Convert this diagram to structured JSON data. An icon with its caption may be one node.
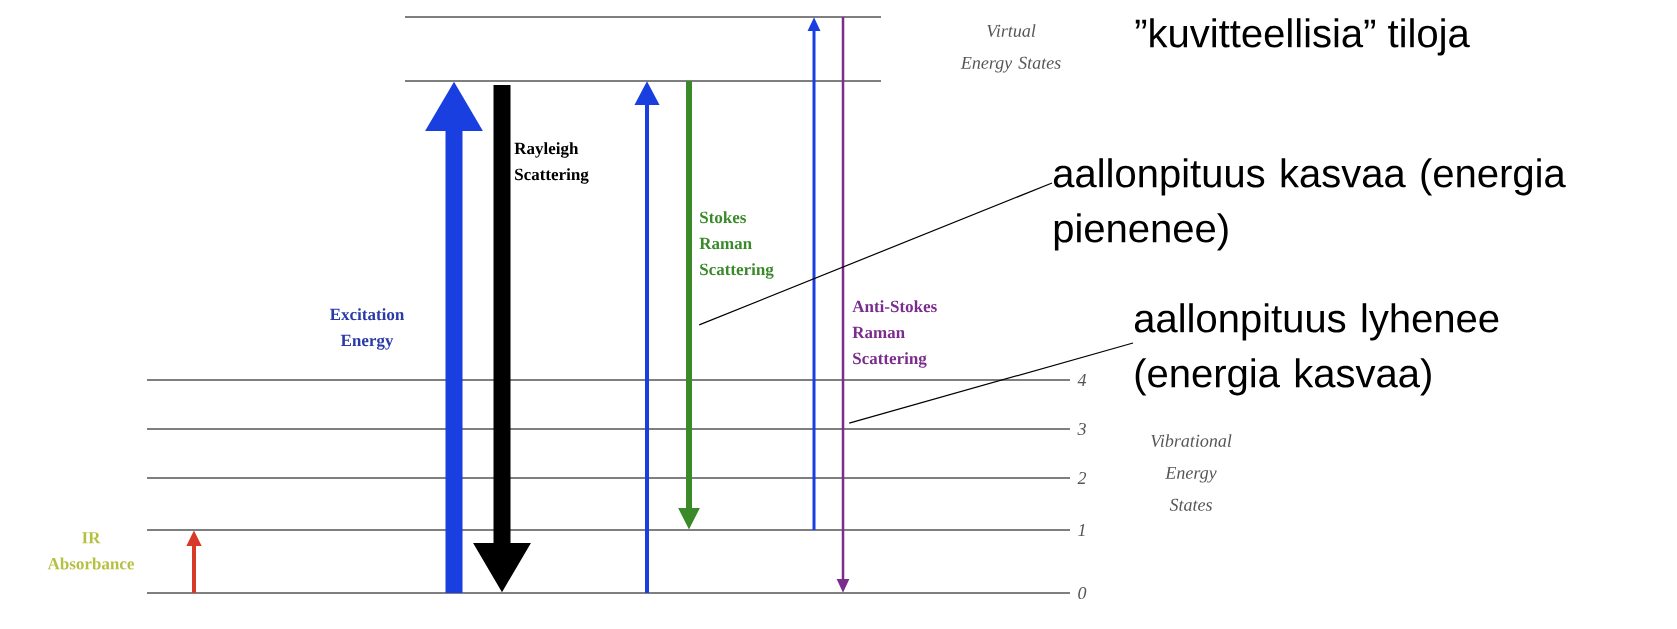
{
  "diagram": {
    "nodes": [
      {
        "text": [],
        "shape": "arrow",
        "beside": [
          "IR Absorbance"
        ]
      },
      {
        "text": [],
        "shape": "arrow",
        "beside": [
          "Excitation Energy"
        ]
      },
      {
        "text": [],
        "shape": "arrow",
        "beside": [
          "Rayleigh Scattering"
        ]
      },
      {
        "text": [],
        "shape": "arrow"
      },
      {
        "text": [],
        "shape": "arrow",
        "beside": [
          "Stokes Raman Scattering"
        ]
      },
      {
        "text": [],
        "shape": "arrow"
      },
      {
        "text": [],
        "shape": "arrow",
        "beside": [
          "Anti-Stokes Raman Scattering"
        ]
      },
      {
        "text": [
          "aallonpituus kasvaa (energia pienenee)"
        ]
      },
      {
        "text": [
          "aallonpituus lyhenee (energia kasvaa)"
        ]
      }
    ],
    "edges": [
      {
        "from": 7,
        "to": 4,
        "arrow": "none"
      },
      {
        "from": 8,
        "to": 6,
        "arrow": "none"
      }
    ],
    "labels": [
      "Virtual Energy States",
      "”kuvitteellisia” tiloja",
      "4",
      "3",
      "2",
      "1",
      "0",
      "Vibrational Energy States"
    ]
  }
}
